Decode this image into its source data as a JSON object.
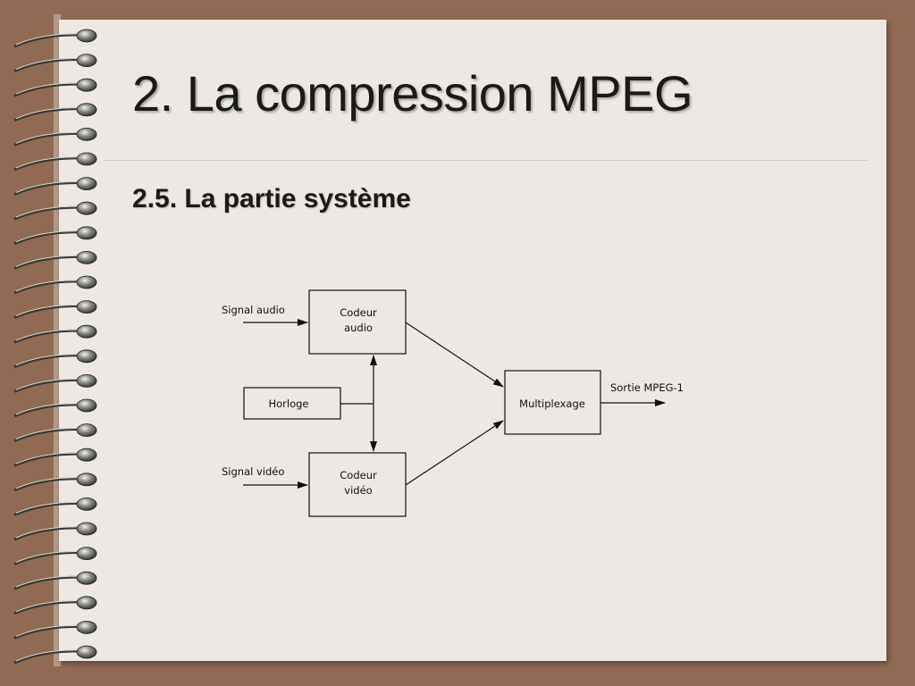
{
  "slide": {
    "title": "2. La compression MPEG",
    "subtitle": "2.5. La partie système"
  },
  "diagram": {
    "inputs": {
      "audio": "Signal audio",
      "video": "Signal vidéo"
    },
    "nodes": {
      "audio_encoder": [
        "Codeur",
        "audio"
      ],
      "video_encoder": [
        "Codeur",
        "vidéo"
      ],
      "clock": "Horloge",
      "mux": "Multiplexage"
    },
    "output": "Sortie MPEG-1"
  },
  "colors": {
    "background": "#8f6b55",
    "page": "#ede8e3",
    "ink": "#111111"
  }
}
